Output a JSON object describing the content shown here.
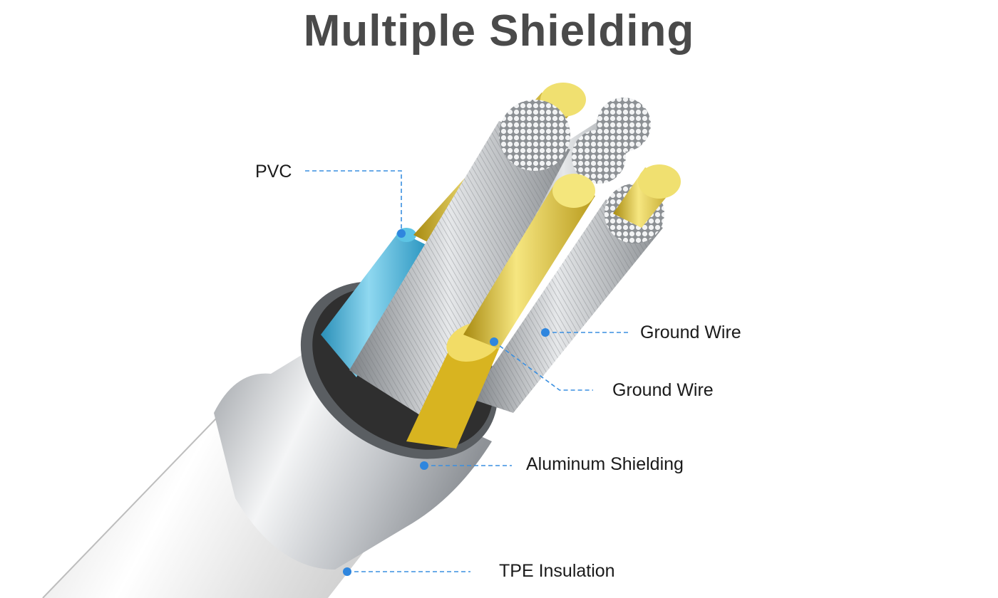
{
  "title": "Multiple Shielding",
  "labels": {
    "pvc": "PVC",
    "ground_wire_1": "Ground Wire",
    "ground_wire_2": "Ground Wire",
    "aluminum_shielding": "Aluminum Shielding",
    "tpe_insulation": "TPE Insulation"
  },
  "colors": {
    "title": "#4a4a4a",
    "leader_line": "#3a8fe0",
    "pvc_jacket": "#3fb3d9",
    "gold_conductor": "#e0c030",
    "tinned_strands": "#b8bcc0",
    "aluminum_foil": "#c9ccd0",
    "tpe_jacket": "#eeeeee"
  }
}
